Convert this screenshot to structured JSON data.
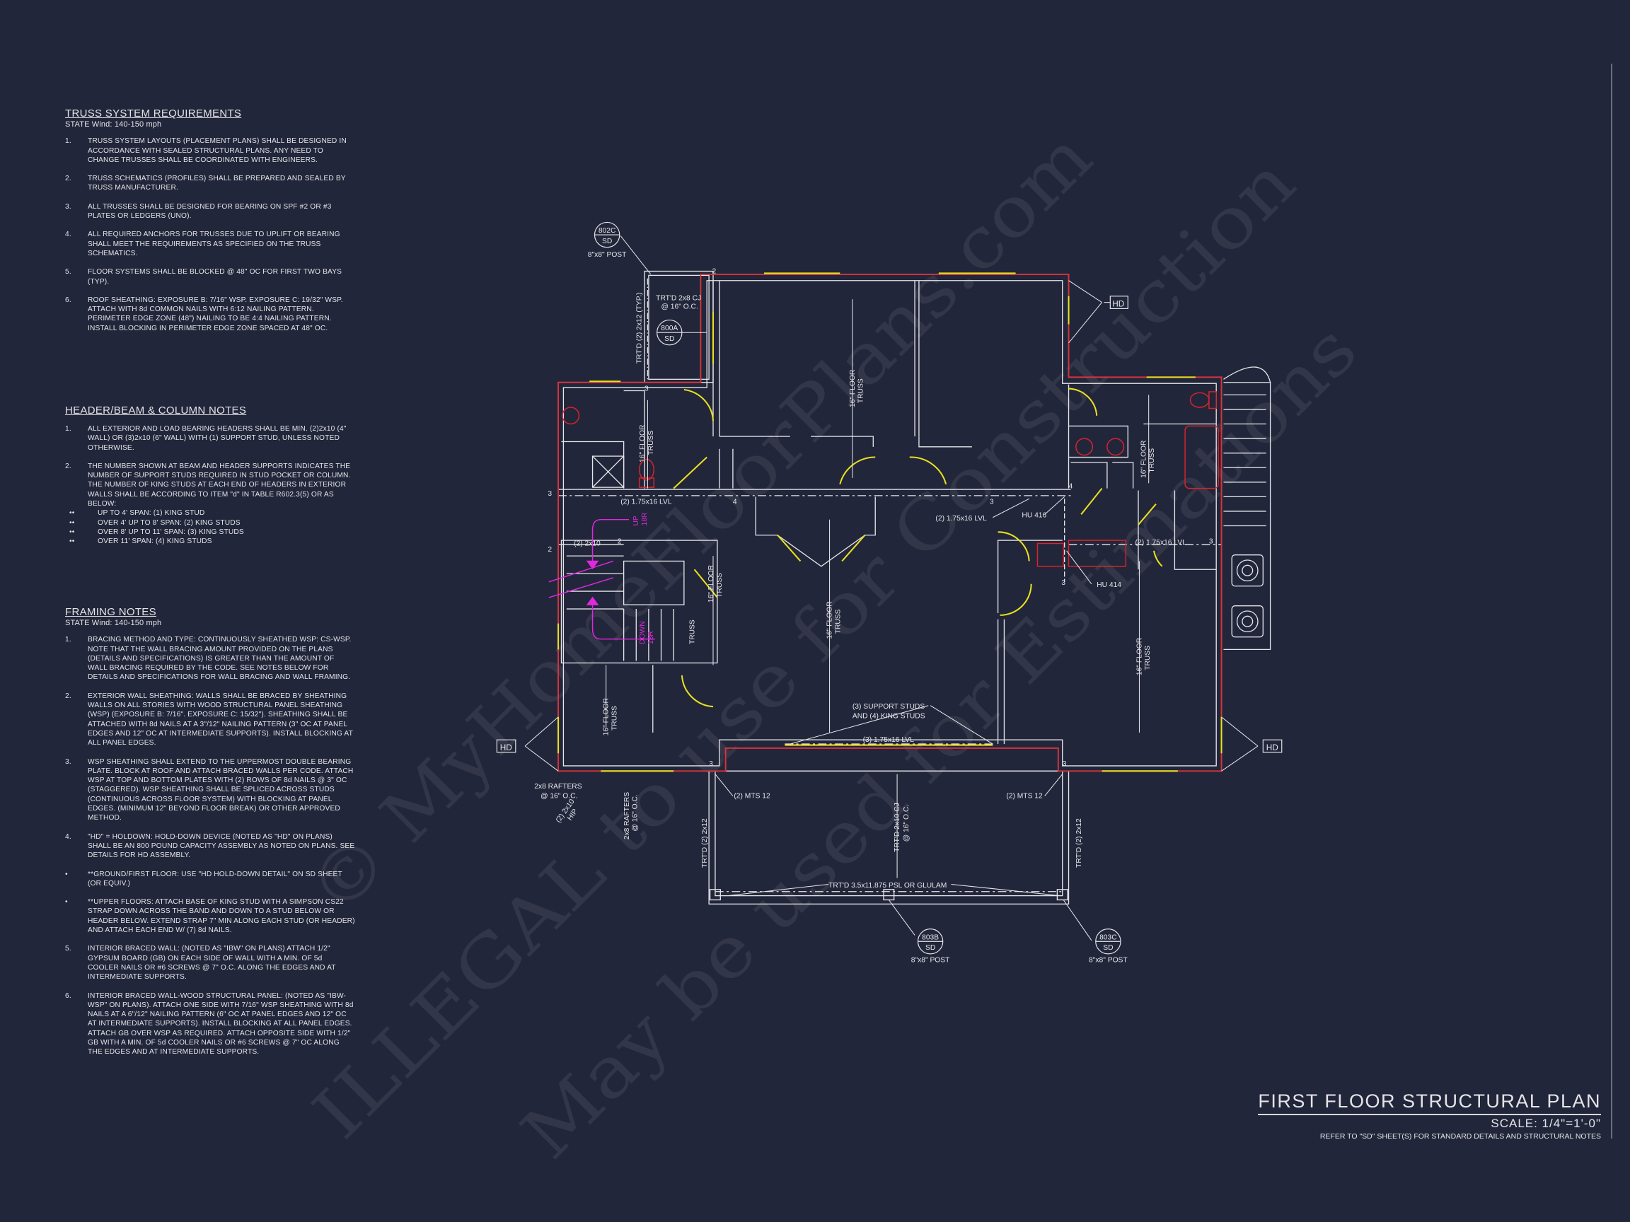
{
  "colors": {
    "background": "#22263a",
    "lines": "#e6e6ea",
    "exterior_wall": "#d8343c",
    "windows_doors": "#e8e020",
    "stairs": "#e028e0",
    "fixtures": "#d8242c"
  },
  "truss": {
    "heading": "TRUSS SYSTEM REQUIREMENTS",
    "sub": "STATE Wind: 140-150 mph",
    "items": [
      {
        "n": "1.",
        "t": "TRUSS SYSTEM LAYOUTS (PLACEMENT PLANS) SHALL BE DESIGNED IN ACCORDANCE WITH SEALED STRUCTURAL PLANS. ANY NEED TO CHANGE TRUSSES SHALL BE COORDINATED WITH ENGINEERS."
      },
      {
        "n": "2.",
        "t": "TRUSS SCHEMATICS (PROFILES) SHALL BE PREPARED AND SEALED BY TRUSS MANUFACTURER."
      },
      {
        "n": "3.",
        "t": "ALL TRUSSES SHALL BE DESIGNED FOR BEARING ON SPF #2 OR #3 PLATES OR LEDGERS (UNO)."
      },
      {
        "n": "4.",
        "t": "ALL REQUIRED ANCHORS FOR TRUSSES DUE TO UPLIFT OR BEARING SHALL MEET THE REQUIREMENTS AS SPECIFIED ON THE TRUSS SCHEMATICS."
      },
      {
        "n": "5.",
        "t": "FLOOR SYSTEMS SHALL BE BLOCKED @ 48\" OC FOR FIRST TWO BAYS (TYP)."
      },
      {
        "n": "6.",
        "t": "ROOF SHEATHING: EXPOSURE B: 7/16\" WSP. EXPOSURE C: 19/32\" WSP. ATTACH WITH 8d COMMON NAILS WITH 6:12 NAILING PATTERN. PERIMETER EDGE ZONE (48\") NAILING TO BE 4:4 NAILING PATTERN. INSTALL BLOCKING IN PERIMETER EDGE ZONE SPACED AT 48\" OC."
      }
    ]
  },
  "header": {
    "heading": "HEADER/BEAM & COLUMN NOTES",
    "items": [
      {
        "n": "1.",
        "t": "ALL EXTERIOR AND LOAD BEARING HEADERS SHALL BE MIN. (2)2x10 (4\" WALL) OR (3)2x10 (6\" WALL) WITH (1) SUPPORT STUD, UNLESS NOTED OTHERWISE."
      },
      {
        "n": "2.",
        "t": "THE NUMBER SHOWN AT BEAM AND HEADER SUPPORTS INDICATES THE NUMBER OF SUPPORT STUDS REQUIRED IN STUD POCKET OR COLUMN. THE NUMBER OF KING STUDS AT EACH END OF HEADERS IN EXTERIOR WALLS SHALL BE ACCORDING TO ITEM \"d\" IN TABLE R602.3(5) OR AS BELOW:"
      }
    ],
    "bullets": [
      {
        "n": "••",
        "t": "UP TO 4' SPAN: (1) KING STUD"
      },
      {
        "n": "••",
        "t": "OVER 4' UP TO 8' SPAN: (2) KING STUDS"
      },
      {
        "n": "••",
        "t": "OVER 8' UP TO 11' SPAN: (3) KING STUDS"
      },
      {
        "n": "••",
        "t": "OVER 11' SPAN: (4) KING STUDS"
      }
    ]
  },
  "framing": {
    "heading": "FRAMING NOTES",
    "sub": "STATE Wind: 140-150 mph",
    "items": [
      {
        "n": "1.",
        "t": "BRACING METHOD AND TYPE: CONTINUOUSLY SHEATHED WSP: CS-WSP. NOTE THAT THE WALL BRACING AMOUNT PROVIDED ON THE PLANS (DETAILS AND SPECIFICATIONS) IS GREATER THAN THE AMOUNT OF WALL BRACING REQUIRED BY THE CODE. SEE NOTES BELOW FOR DETAILS AND SPECIFICATIONS FOR WALL BRACING AND WALL FRAMING."
      },
      {
        "n": "2.",
        "t": "EXTERIOR WALL SHEATHING: WALLS SHALL BE BRACED BY SHEATHING WALLS ON ALL STORIES WITH WOOD STRUCTURAL PANEL SHEATHING (WSP) (EXPOSURE B: 7/16\". EXPOSURE C: 15/32\"). SHEATHING SHALL BE ATTACHED WITH 8d NAILS AT A 3\"/12\" NAILING PATTERN (3\" OC AT PANEL EDGES AND 12\" OC AT INTERMEDIATE SUPPORTS). INSTALL BLOCKING AT ALL PANEL EDGES."
      },
      {
        "n": "3.",
        "t": "WSP SHEATHING SHALL EXTEND TO THE UPPERMOST DOUBLE BEARING PLATE. BLOCK AT ROOF AND ATTACH BRACED WALLS PER CODE. ATTACH WSP AT TOP AND BOTTOM PLATES WITH (2) ROWS OF 8d NAILS @ 3\" OC (STAGGERED). WSP SHEATHING SHALL BE SPLICED ACROSS STUDS (CONTINUOUS ACROSS FLOOR SYSTEM) WITH BLOCKING AT PANEL EDGES. (MINIMUM 12\" BEYOND FLOOR BREAK) OR OTHER APPROVED METHOD."
      },
      {
        "n": "4.",
        "t": "\"HD\" = HOLDOWN: HOLD-DOWN DEVICE (NOTED AS \"HD\" ON PLANS) SHALL BE AN 800 POUND CAPACITY ASSEMBLY AS NOTED ON PLANS. SEE DETAILS FOR HD ASSEMBLY."
      },
      {
        "n": "•",
        "t": "**GROUND/FIRST FLOOR: USE \"HD HOLD-DOWN DETAIL\" ON SD SHEET (OR EQUIV.)"
      },
      {
        "n": "•",
        "t": "**UPPER FLOORS: ATTACH BASE OF KING STUD WITH A SIMPSON CS22 STRAP DOWN ACROSS THE BAND AND DOWN TO A STUD BELOW OR HEADER BELOW. EXTEND STRAP 7\" MIN ALONG EACH STUD (OR HEADER) AND ATTACH EACH END W/ (7) 8d NAILS."
      },
      {
        "n": "5.",
        "t": "INTERIOR BRACED WALL: (NOTED AS \"IBW\" ON PLANS) ATTACH 1/2\" GYPSUM BOARD (GB) ON EACH SIDE OF WALL WITH A MIN. OF 5d COOLER NAILS OR #6 SCREWS @ 7\" O.C. ALONG THE EDGES AND AT INTERMEDIATE SUPPORTS."
      },
      {
        "n": "6.",
        "t": "INTERIOR BRACED WALL-WOOD STRUCTURAL PANEL: (NOTED AS \"IBW-WSP\" ON PLANS). ATTACH ONE SIDE WITH 7/16\" WSP SHEATHING WITH 8d NAILS AT A 6\"/12\" NAILING PATTERN (6\" OC AT PANEL EDGES AND 12\" OC AT INTERMEDIATE SUPPORTS). INSTALL BLOCKING AT ALL PANEL EDGES. ATTACH GB OVER WSP AS REQUIRED. ATTACH OPPOSITE SIDE WITH 1/2\" GB WITH A MIN. OF 5d COOLER NAILS OR #6 SCREWS @ 7\" OC ALONG THE EDGES AND AT INTERMEDIATE SUPPORTS."
      }
    ]
  },
  "plan": {
    "detail_802c": {
      "num": "802C",
      "sheet": "SD",
      "note": "8\"x8\" POST"
    },
    "detail_800a": {
      "num": "800A",
      "sheet": "SD"
    },
    "detail_803b": {
      "num": "803B",
      "sheet": "SD",
      "note": "8\"x8\" POST"
    },
    "detail_803c": {
      "num": "803C",
      "sheet": "SD",
      "note": "8\"x8\" POST"
    },
    "cj_top": [
      "TRT'D 2x8 CJ",
      "@ 16\" O.C."
    ],
    "beam_top_left": "TRT'D (2) 2x12 (TYP.)",
    "floor_truss": [
      "16\" FLOOR",
      "TRUSS"
    ],
    "truss_only": "TRUSS",
    "lvl_2": "(2) 1.75x16 LVL",
    "lvl_3": "(3) 1.75x16 LVL",
    "hdr_2x10": "(2) 2x10",
    "hu416": "HU 416",
    "hu414": "HU 414",
    "stair_up": [
      "UP",
      "18R"
    ],
    "stair_down": [
      "DOWN",
      "18R"
    ],
    "support_studs": [
      "(3) SUPPORT STUDS",
      "AND (4) KING STUDS"
    ],
    "hd": "HD",
    "mts": "(2) MTS 12",
    "rafters": [
      "2x8 RAFTERS",
      "@ 16\" O.C."
    ],
    "hip": [
      "(2) 2x10",
      "HIP"
    ],
    "porch_beam_side": "TRT'D (2) 2x12",
    "porch_cj": [
      "TRT'D 2x10 CJ",
      "@ 16\" O.C."
    ],
    "porch_beam": "TRT'D 3.5x11.875 PSL OR GLULAM",
    "studs": {
      "two": "2",
      "three": "3",
      "four": "4"
    }
  },
  "title_block": {
    "title": "FIRST FLOOR STRUCTURAL PLAN",
    "scale": "SCALE: 1/4\"=1'-0\"",
    "reference": "REFER TO \"SD\" SHEET(S) FOR STANDARD DETAILS AND STRUCTURAL NOTES"
  },
  "watermark": [
    "© MyHomeFloorPlans.com",
    "ILLEGAL to use for Construction",
    "May be used for Estimations"
  ]
}
